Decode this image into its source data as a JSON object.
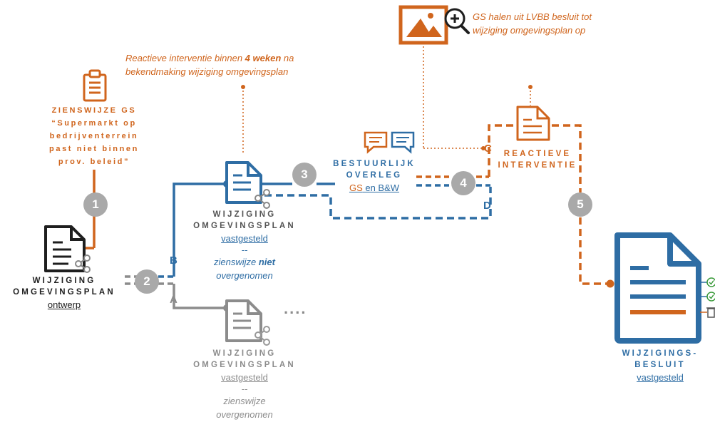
{
  "colors": {
    "orange": "#d0651d",
    "blue": "#2e6da4",
    "gray": "#8c8c8c",
    "dark": "#1e1e1e"
  },
  "icons": [
    "clipboard-icon",
    "document-share-icon",
    "speech-bubbles-icon",
    "image-zoom-icon",
    "document-icon",
    "check-circle-icon",
    "trash-icon"
  ],
  "top_note": {
    "line1": "GS halen uit LVBB besluit tot",
    "line2": "wijziging omgevingsplan op"
  },
  "reactive_note": {
    "line1": "Reactieve interventie binnen ",
    "bold": "4 weken",
    "after": " na",
    "line2": "bekendmaking wijziging omgevingsplan"
  },
  "zienswijze": {
    "title": "ZIENSWIJZE GS",
    "line1": "“Supermarkt op",
    "line2": "bedrijventerrein",
    "line3": "past niet binnen",
    "line4": "prov. beleid”"
  },
  "steps": [
    "1",
    "2",
    "3",
    "4",
    "5"
  ],
  "letters": {
    "a": "A",
    "b": "B",
    "c": "C",
    "d": "D"
  },
  "ontwerp": {
    "line1": "WIJZIGING",
    "line2": "OMGEVINGSPLAN",
    "status": "ontwerp"
  },
  "plan_b": {
    "line1": "WIJZIGING",
    "line2": "OMGEVINGSPLAN",
    "status": "vastgesteld",
    "sep": "--",
    "note_pre": "zienswijze ",
    "note_bold": "niet",
    "note_line2": "overgenomen"
  },
  "plan_a": {
    "line1": "WIJZIGING",
    "line2": "OMGEVINGSPLAN",
    "status": "vastgesteld",
    "sep": "--",
    "note_line1": "zienswijze",
    "note_line2": "overgenomen",
    "ellipsis": "...."
  },
  "overleg": {
    "line1": "BESTUURLIJK",
    "line2": "OVERLEG",
    "gs": "GS",
    "rest": " en B&W"
  },
  "interventie": {
    "line1": "REACTIEVE",
    "line2": "INTERVENTIE"
  },
  "besluit": {
    "line1": "WIJZIGINGS-",
    "line2": "BESLUIT",
    "status": "vastgesteld"
  }
}
